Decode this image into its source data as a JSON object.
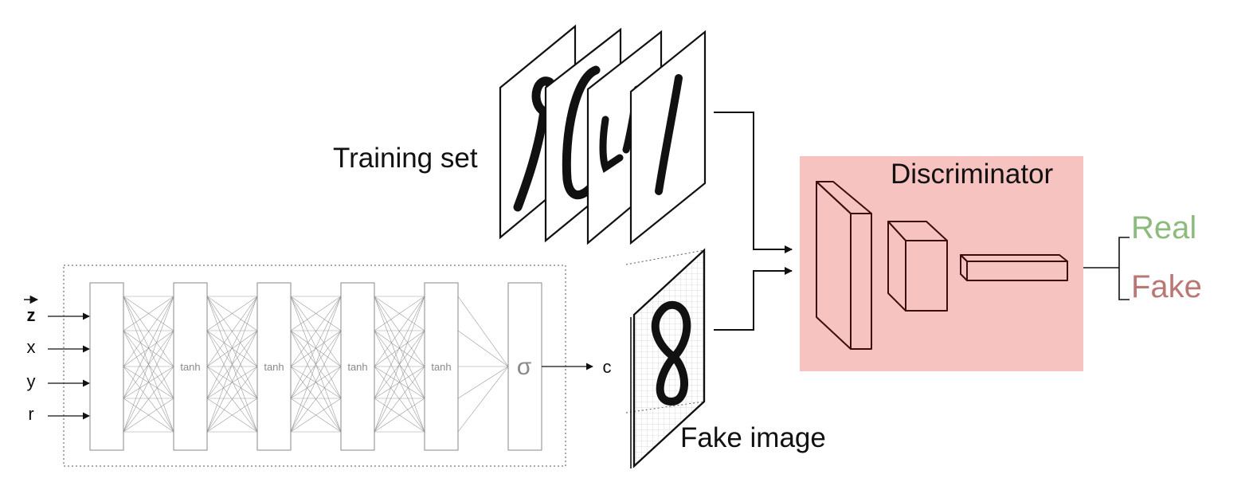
{
  "inputs": {
    "z": "z",
    "x": "x",
    "y": "y",
    "r": "r"
  },
  "generator": {
    "hidden_labels": [
      "tanh",
      "tanh",
      "tanh",
      "tanh"
    ],
    "output_activation": "σ",
    "output_label": "c"
  },
  "training_set_label": "Training set",
  "fake_image_label": "Fake image",
  "discriminator": {
    "title": "Discriminator",
    "outputs": {
      "real": "Real",
      "fake": "Fake"
    }
  },
  "colors": {
    "discriminator_bg": "#f7c3c0",
    "discriminator_stroke": "#3b0d0d",
    "real": "#8dbb7e",
    "fake": "#b97874",
    "connections": "#9a9a9a"
  }
}
